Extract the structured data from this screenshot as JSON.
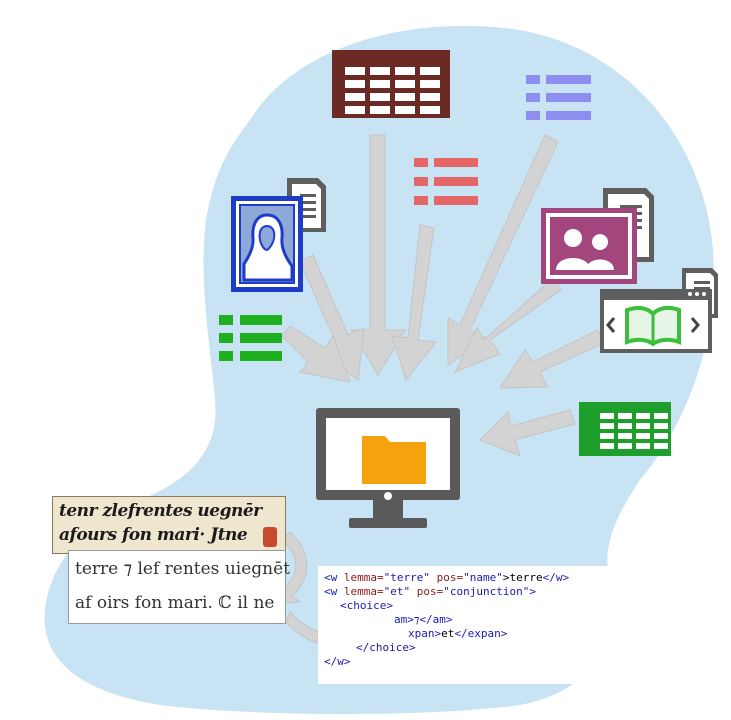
{
  "palette": {
    "cloud": "#c8e3f3",
    "arrow": "#cfcfcf",
    "table_dark": "#6b2a24",
    "table_green": "#1e9e2a",
    "list_purple": "#8e8ef0",
    "list_red": "#e56666",
    "list_green": "#1fb01f",
    "portrait_blue": "#1e3cc8",
    "photo_magenta": "#a4467e",
    "computer": "#5a5a5a",
    "folder": "#f5a20f",
    "book_green": "#3cbf3c"
  },
  "icons": [
    "table-icon-dark-red",
    "list-icon-purple",
    "list-icon-red",
    "portrait-document-icon",
    "group-photo-document-icon",
    "list-icon-green",
    "web-book-document-icon",
    "table-icon-green",
    "computer-folder-icon"
  ],
  "manuscript": {
    "line1": "tenr zlefrentes uegnēr",
    "line2": "afours fon mari· Jtne"
  },
  "transcription": {
    "line1": "terre ⁊ lef rentes uiegnēt",
    "line2": "af oirs fon mari. ℂ il ne"
  },
  "xml": {
    "line1": {
      "open": "<w ",
      "a1": "lemma=",
      "v1": "\"terre\"",
      "a2": " pos=",
      "v2": "\"name\"",
      "t": ">terre",
      "close": "</w>"
    },
    "line2": {
      "open": "<w ",
      "a1": "lemma=",
      "v1": "\"et\"",
      "a2": " pos=",
      "v2": "\"conjunction\"",
      "close": ">"
    },
    "line3": {
      "tag": "<choice>"
    },
    "line4": {
      "frag": "am>⁊</am>"
    },
    "line5": {
      "frag": "xpan>",
      "t": "et",
      "close": "</expan>"
    },
    "line6": {
      "tag": "</choice>"
    },
    "line7": {
      "tag": "</w>"
    }
  }
}
